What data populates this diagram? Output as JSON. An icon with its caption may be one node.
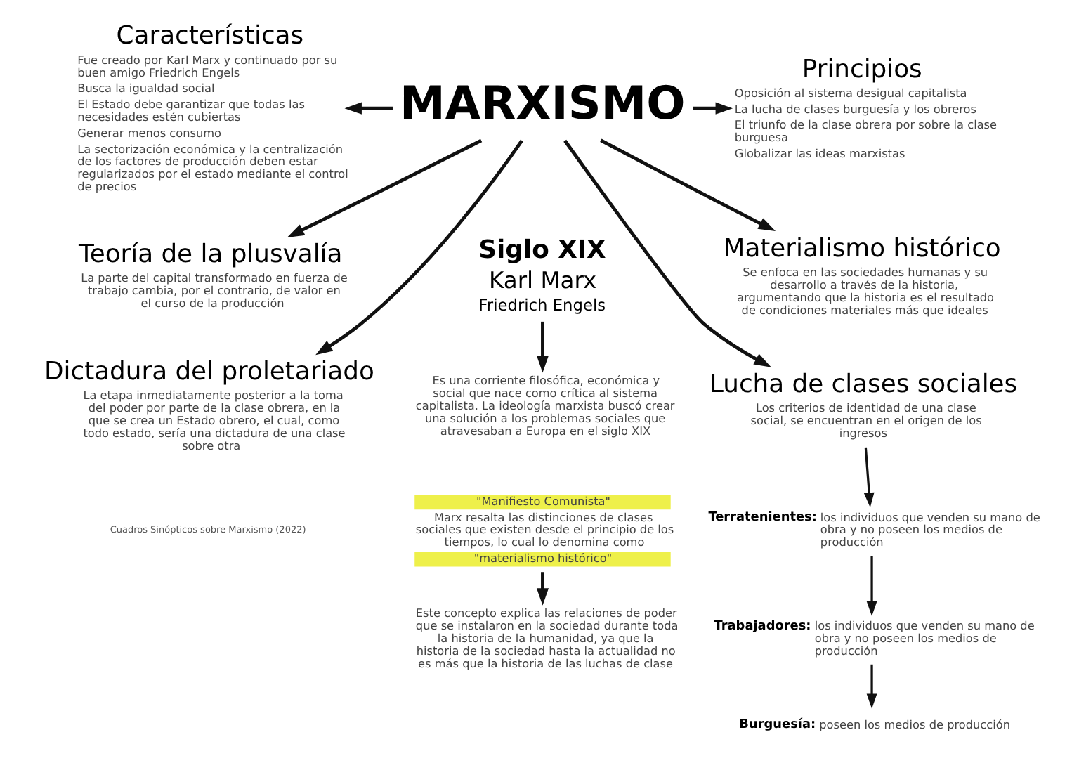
{
  "diagram": {
    "nodes": [
      {
        "text": [
          "MARXISMO"
        ]
      },
      {
        "text": [
          "Siglo XIX",
          "Karl Marx",
          "Friedrich Engels"
        ]
      },
      {
        "text": [
          "Es una corriente filosófica, económica y social que nace como crítica al sistema capitalista. La ideología marxista buscó crear una solución a los problemas sociales que atravesaban a Europa en el siglo XIX"
        ]
      },
      {
        "text": [
          "\"Manifiesto Comunista\"",
          "Marx resalta las distinciones de clases sociales que existen desde el principio de los tiempos, lo cual lo denomina como",
          "\"materialismo histórico\""
        ]
      },
      {
        "text": [
          "Este concepto explica las relaciones de poder que se instalaron en la sociedad durante toda la historia de la humanidad, ya que la historia de la sociedad hasta la actualidad no es más que la historia de las luchas de clase"
        ]
      },
      {
        "text": [
          "Características",
          "Fue creado por Karl Marx y continuado por su buen amigo Friedrich Engels",
          "Busca la igualdad social",
          "El Estado debe garantizar que todas las necesidades estén cubiertas",
          "Generar menos consumo",
          "La sectorización económica y la centralización de los factores de producción deben estar regularizados por el estado mediante el control de precios"
        ]
      },
      {
        "text": [
          "Principios",
          "Oposición al sistema desigual capitalista",
          "La lucha de clases burguesía y los obreros",
          "El triunfo de la clase obrera por sobre la clase burguesa",
          "Globalizar las ideas marxistas"
        ]
      },
      {
        "text": [
          "Materialismo histórico",
          "Se enfoca en las sociedades humanas y su desarrollo a través de la historia, argumentando que la historia es el resultado de condiciones materiales más que ideales"
        ]
      },
      {
        "text": [
          "Teoría de la plusvalía",
          "La parte del capital transformado en fuerza de trabajo cambia, por el contrario, de valor en el curso de la producción"
        ]
      },
      {
        "text": [
          "Dictadura del proletariado",
          "La etapa inmediatamente posterior a la toma del poder por parte de la clase obrera, en la que se crea un Estado obrero, el cual, como todo estado, sería una dictadura de una clase sobre otra"
        ]
      },
      {
        "text": [
          "Lucha de clases sociales",
          "Los criterios de identidad de una clase social, se encuentran en el origen de los ingresos"
        ]
      },
      {
        "text": [
          "Terratenientes:",
          "los individuos que venden su mano de obra y no poseen los medios de producción"
        ]
      },
      {
        "text": [
          "Trabajadores:",
          "los individuos que venden su mano de obra y no poseen los medios de producción"
        ]
      },
      {
        "text": [
          "Burguesía:",
          "poseen los medios de producción"
        ]
      }
    ],
    "edges": [
      {
        "from": 0,
        "to": 5,
        "arrow": "to"
      },
      {
        "from": 0,
        "to": 6,
        "arrow": "to"
      },
      {
        "from": 1,
        "to": 2,
        "arrow": "to"
      },
      {
        "from": 3,
        "to": 4,
        "arrow": "to"
      },
      {
        "from": 0,
        "to": 7,
        "arrow": "to"
      },
      {
        "from": 0,
        "to": 8,
        "arrow": "to"
      },
      {
        "from": 0,
        "to": 9,
        "arrow": "to"
      },
      {
        "from": 0,
        "to": 10,
        "arrow": "to"
      },
      {
        "from": 10,
        "to": 11,
        "arrow": "to"
      },
      {
        "from": 11,
        "to": 12,
        "arrow": "to"
      },
      {
        "from": 12,
        "to": 13,
        "arrow": "to"
      }
    ],
    "labels": [
      "Cuadros Sinópticos sobre Marxismo (2022)"
    ]
  }
}
